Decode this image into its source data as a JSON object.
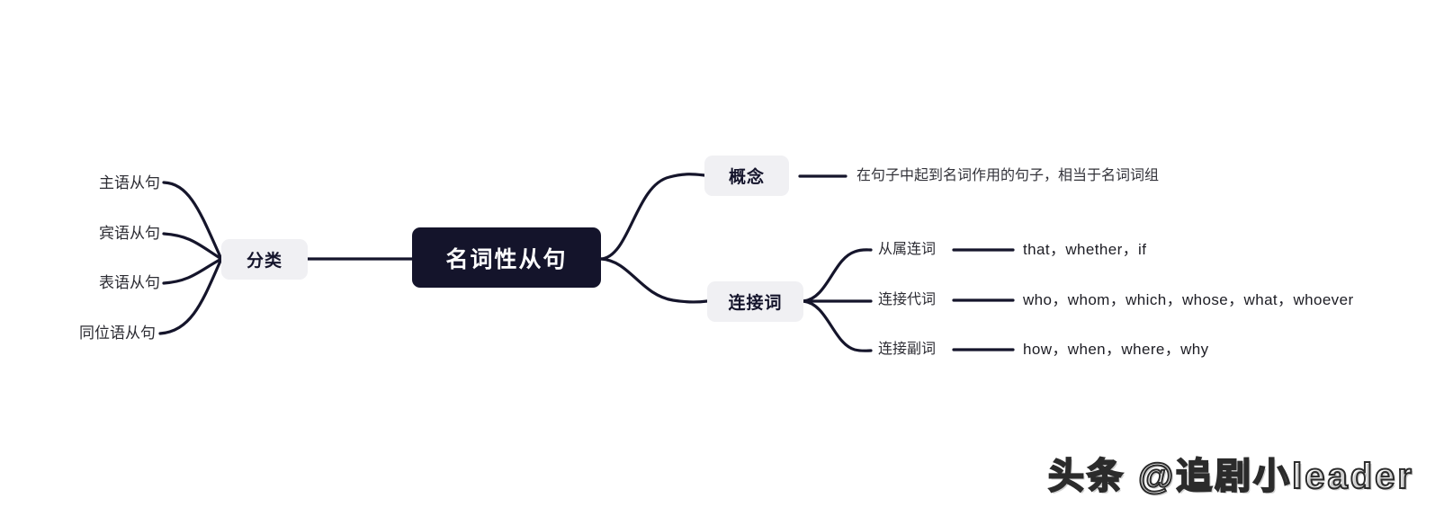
{
  "diagram": {
    "type": "mind-map",
    "root": {
      "label": "名词性从句"
    },
    "branches": {
      "classification": {
        "label": "分类",
        "children": [
          {
            "label": "主语从句"
          },
          {
            "label": "宾语从句"
          },
          {
            "label": "表语从句"
          },
          {
            "label": "同位语从句"
          }
        ]
      },
      "concept": {
        "label": "概念",
        "description": "在句子中起到名词作用的句子，相当于名词词组"
      },
      "conjunctions": {
        "label": "连接词",
        "children": [
          {
            "label": "从属连词",
            "words": "that，whether，if"
          },
          {
            "label": "连接代词",
            "words": "who，whom，which，whose，what，whoever"
          },
          {
            "label": "连接副词",
            "words": "how，when，where，why"
          }
        ]
      }
    }
  },
  "watermark": {
    "text": "头条 @追剧小leader"
  },
  "colors": {
    "root_bg": "#14142b",
    "root_text": "#ffffff",
    "branch_bg": "#f0f0f3",
    "branch_text": "#14142b",
    "link": "#15152b",
    "leaf_text": "#2c2c33",
    "page_bg": "#ffffff"
  }
}
